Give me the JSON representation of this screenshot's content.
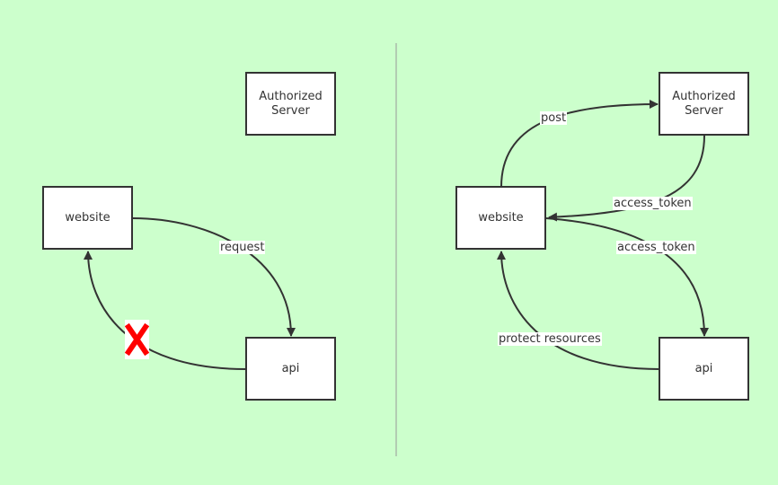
{
  "left": {
    "nodes": {
      "auth_server": "Authorized\nServer",
      "website": "website",
      "api": "api"
    },
    "edges": {
      "request": "request"
    }
  },
  "right": {
    "nodes": {
      "auth_server": "Authorized\nServer",
      "website": "website",
      "api": "api"
    },
    "edges": {
      "post": "post",
      "access_token_return": "access_token",
      "access_token_send": "access_token",
      "protect_resources": "protect resources"
    }
  },
  "colors": {
    "background": "#ccffcc",
    "stroke": "#333333",
    "divider": "#999999",
    "blocked_mark": "#ff0000"
  },
  "icons": {
    "blocked": "red-x-icon"
  }
}
